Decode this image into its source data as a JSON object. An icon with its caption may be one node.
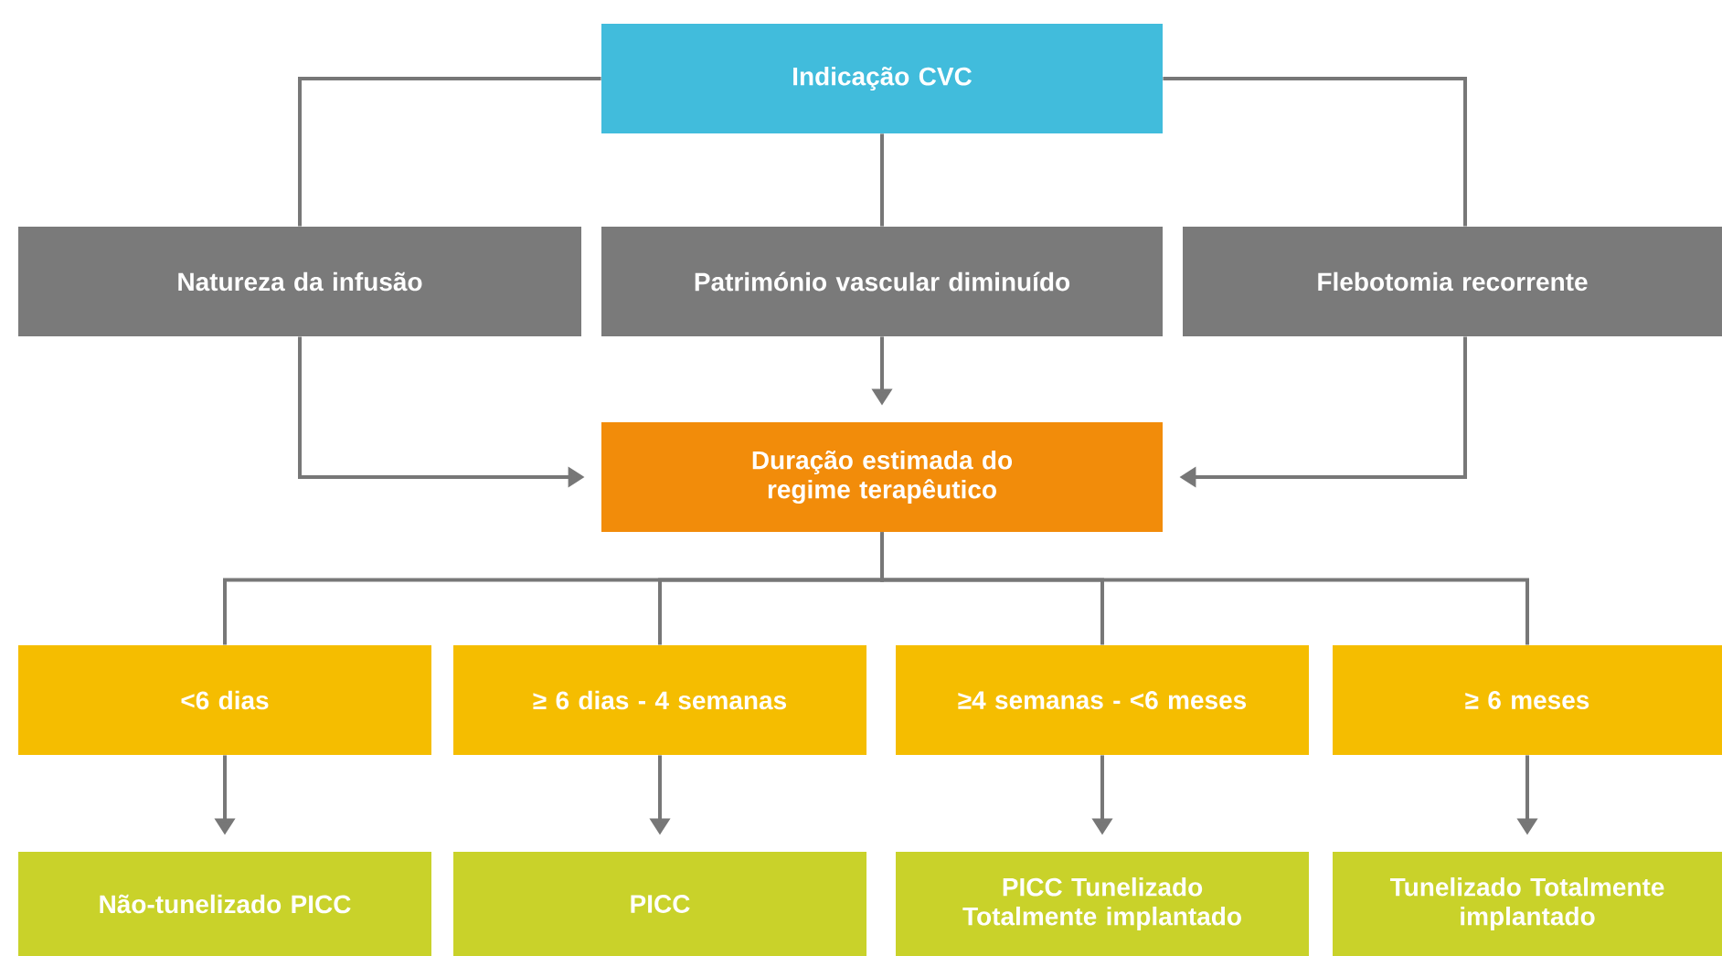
{
  "diagram": {
    "nodes": [
      {
        "text": [
          "Indicação CVC"
        ]
      },
      {
        "text": [
          "Natureza da infusão"
        ]
      },
      {
        "text": [
          "Património vascular diminuído"
        ]
      },
      {
        "text": [
          "Flebotomia recorrente"
        ]
      },
      {
        "text": [
          "Duração estimada do regime terapêutico"
        ]
      },
      {
        "text": [
          "<6 dias"
        ]
      },
      {
        "text": [
          "≥ 6 dias - 4 semanas"
        ]
      },
      {
        "text": [
          "≥4 semanas - <6 meses"
        ]
      },
      {
        "text": [
          "≥ 6 meses"
        ]
      },
      {
        "text": [
          "Não-tunelizado PICC"
        ]
      },
      {
        "text": [
          "PICC"
        ]
      },
      {
        "text": [
          "PICC Tunelizado Totalmente implantado"
        ]
      },
      {
        "text": [
          "Tunelizado Totalmente implantado"
        ]
      }
    ],
    "edges": [
      {
        "from": 0,
        "to": 1,
        "arrow": "none"
      },
      {
        "from": 0,
        "to": 2,
        "arrow": "none"
      },
      {
        "from": 0,
        "to": 3,
        "arrow": "none"
      },
      {
        "from": 1,
        "to": 4,
        "arrow": "to"
      },
      {
        "from": 2,
        "to": 4,
        "arrow": "to"
      },
      {
        "from": 3,
        "to": 4,
        "arrow": "to"
      },
      {
        "from": 4,
        "to": 5,
        "arrow": "none"
      },
      {
        "from": 4,
        "to": 6,
        "arrow": "none"
      },
      {
        "from": 4,
        "to": 7,
        "arrow": "none"
      },
      {
        "from": 4,
        "to": 8,
        "arrow": "none"
      },
      {
        "from": 5,
        "to": 9,
        "arrow": "to"
      },
      {
        "from": 6,
        "to": 10,
        "arrow": "to"
      },
      {
        "from": 7,
        "to": 11,
        "arrow": "to"
      },
      {
        "from": 8,
        "to": 12,
        "arrow": "to"
      }
    ]
  }
}
